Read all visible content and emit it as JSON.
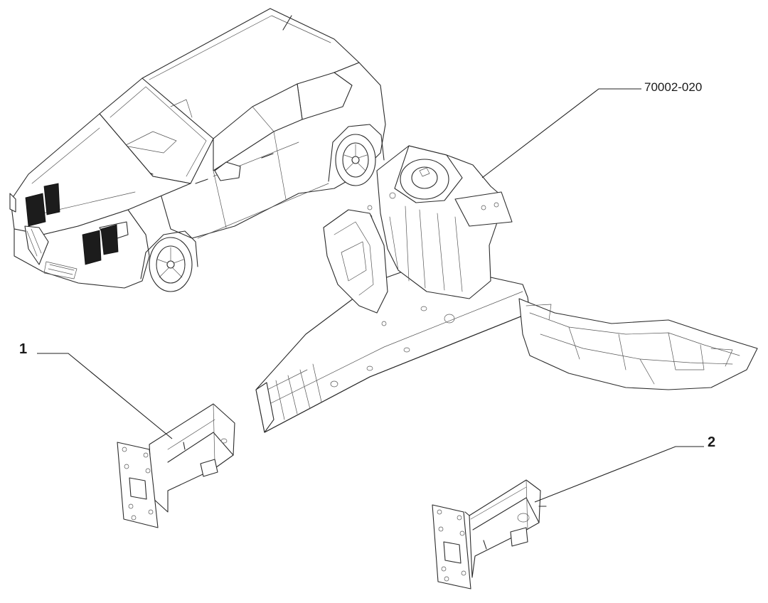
{
  "callouts": {
    "assembly_ref": "70002-020",
    "part_1": "1",
    "part_2": "2"
  },
  "colors": {
    "line": "#2b2b2b",
    "background": "#ffffff",
    "highlight": "#1c1c1c"
  }
}
